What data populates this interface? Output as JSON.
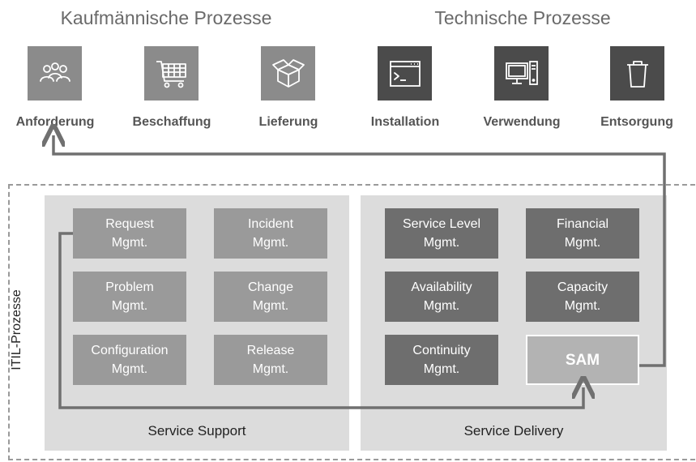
{
  "headings": {
    "commercial": "Kaufmännische Prozesse",
    "technical": "Technische Prozesse"
  },
  "lifecycle": [
    {
      "label": "Anforderung",
      "icon": "people-icon",
      "tone": "light"
    },
    {
      "label": "Beschaffung",
      "icon": "shopping-cart-icon",
      "tone": "light"
    },
    {
      "label": "Lieferung",
      "icon": "box-icon",
      "tone": "light"
    },
    {
      "label": "Installation",
      "icon": "terminal-window-icon",
      "tone": "dark"
    },
    {
      "label": "Verwendung",
      "icon": "desktop-computer-icon",
      "tone": "dark"
    },
    {
      "label": "Entsorgung",
      "icon": "trash-can-icon",
      "tone": "dark"
    }
  ],
  "itil": {
    "label": "ITIL-Prozesse",
    "service_support": {
      "title": "Service Support",
      "processes": [
        {
          "line1": "Request",
          "line2": "Mgmt."
        },
        {
          "line1": "Incident",
          "line2": "Mgmt."
        },
        {
          "line1": "Problem",
          "line2": "Mgmt."
        },
        {
          "line1": "Change",
          "line2": "Mgmt."
        },
        {
          "line1": "Configuration",
          "line2": "Mgmt."
        },
        {
          "line1": "Release",
          "line2": "Mgmt."
        }
      ]
    },
    "service_delivery": {
      "title": "Service Delivery",
      "processes": [
        {
          "line1": "Service Level",
          "line2": "Mgmt."
        },
        {
          "line1": "Financial",
          "line2": "Mgmt."
        },
        {
          "line1": "Availability",
          "line2": "Mgmt."
        },
        {
          "line1": "Capacity",
          "line2": "Mgmt."
        },
        {
          "line1": "Continuity",
          "line2": "Mgmt."
        },
        {
          "line1": "SAM",
          "line2": ""
        }
      ]
    }
  },
  "colors": {
    "light_tile": "#8b8b8b",
    "dark_tile": "#4b4b4b",
    "connector": "#707070"
  }
}
